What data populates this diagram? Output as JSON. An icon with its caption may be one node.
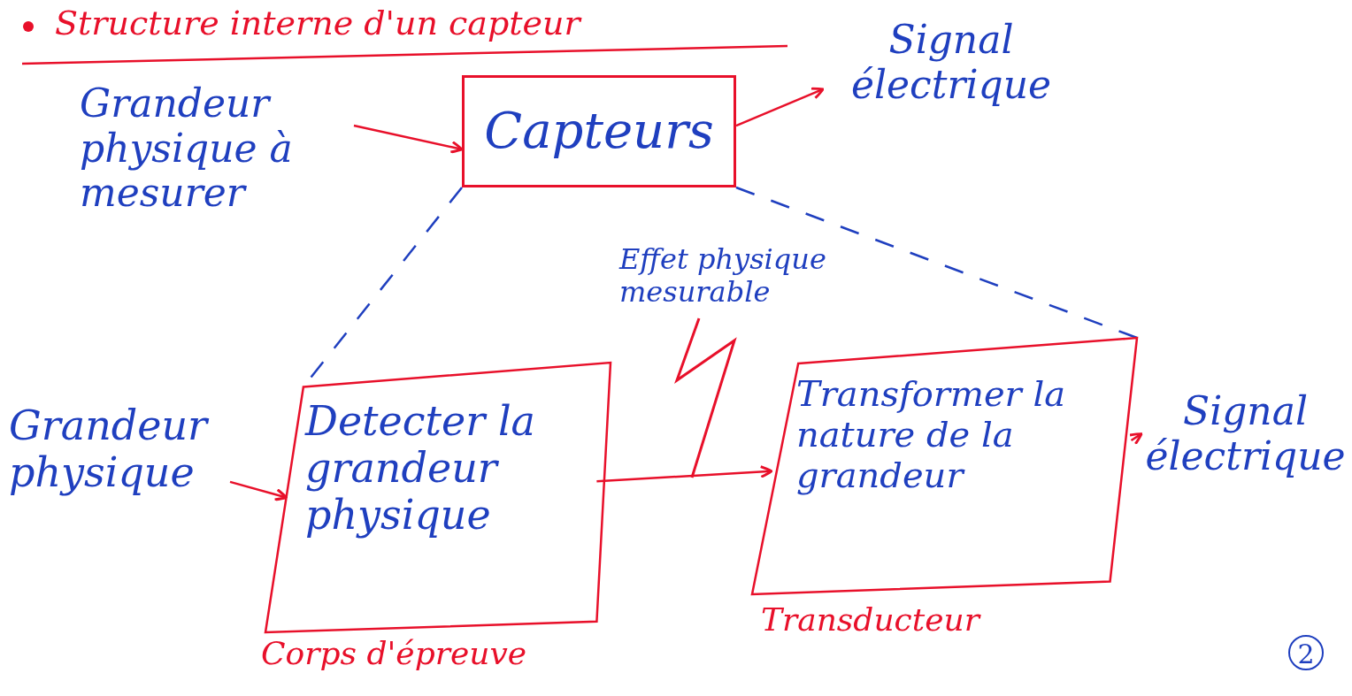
{
  "diagram": {
    "title": "Structure interne d'un capteur",
    "nodes": [
      {
        "text": [
          "Grandeur physique à mesurer"
        ]
      },
      {
        "text": [
          "Capteurs"
        ]
      },
      {
        "text": [
          "Signal électrique"
        ]
      },
      {
        "text": [
          "Grandeur physique"
        ]
      },
      {
        "text": [
          "Detecter la grandeur physique"
        ],
        "beside": [
          "Corps d'épreuve"
        ]
      },
      {
        "text": [
          "Transformer la nature de la grandeur"
        ],
        "beside": [
          "Transducteur"
        ]
      },
      {
        "text": [
          "Signal électrique"
        ]
      }
    ],
    "edges": [
      {
        "from": 0,
        "to": 1,
        "arrow": "to"
      },
      {
        "from": 1,
        "to": 2,
        "arrow": "to"
      },
      {
        "from": 3,
        "to": 4,
        "arrow": "to"
      },
      {
        "from": 4,
        "to": 5,
        "arrow": "to"
      },
      {
        "from": 5,
        "to": 6,
        "arrow": "to"
      },
      {
        "from": 1,
        "to": 4,
        "arrow": "none",
        "style": "dashed",
        "color": "#1f3fbf"
      },
      {
        "from": 1,
        "to": 5,
        "arrow": "none",
        "style": "dashed",
        "color": "#1f3fbf"
      }
    ],
    "labels": [
      "Effet physique mesurable",
      "2"
    ]
  }
}
